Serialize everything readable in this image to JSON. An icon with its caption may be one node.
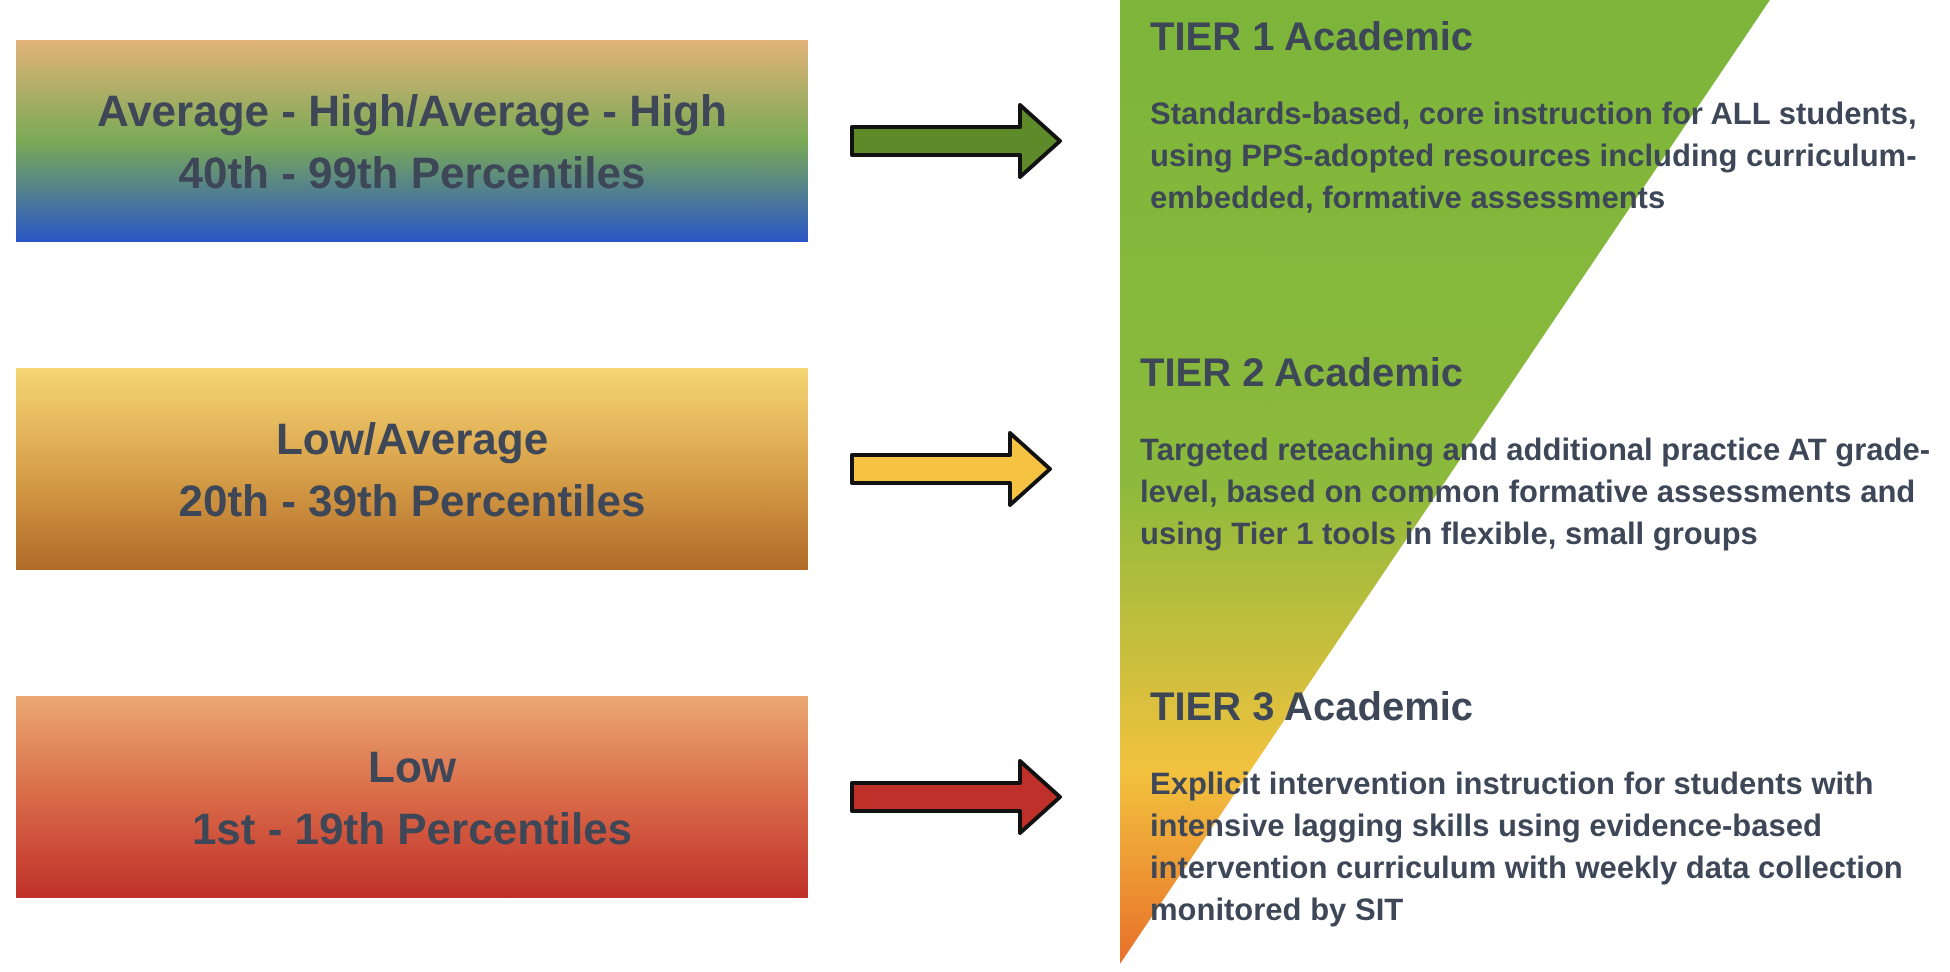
{
  "diagram": {
    "nodes": [
      {
        "text": [
          "Average - High/Average - High",
          "40th - 99th Percentiles"
        ]
      },
      {
        "text": [
          "Low/Average",
          "20th - 39th Percentiles"
        ]
      },
      {
        "text": [
          "Low",
          "1st - 19th Percentiles"
        ]
      },
      {
        "text": [
          "TIER 1 Academic",
          "Standards-based, core instruction for ALL students, using PPS-adopted resources including curriculum-embedded, formative assessments"
        ]
      },
      {
        "text": [
          "TIER 2 Academic",
          "Targeted reteaching and additional practice AT grade-level, based on common formative assessments and using Tier 1 tools in flexible, small groups"
        ]
      },
      {
        "text": [
          "TIER 3 Academic",
          "Explicit intervention instruction for students with intensive lagging skills using evidence-based intervention curriculum with weekly data collection monitored by SIT"
        ]
      }
    ],
    "edges": [
      {
        "from": 0,
        "to": 3,
        "arrow": "to",
        "color": "#5f8a2a"
      },
      {
        "from": 1,
        "to": 4,
        "arrow": "to",
        "color": "#f5c242"
      },
      {
        "from": 2,
        "to": 5,
        "arrow": "to",
        "color": "#c0302a"
      }
    ]
  }
}
